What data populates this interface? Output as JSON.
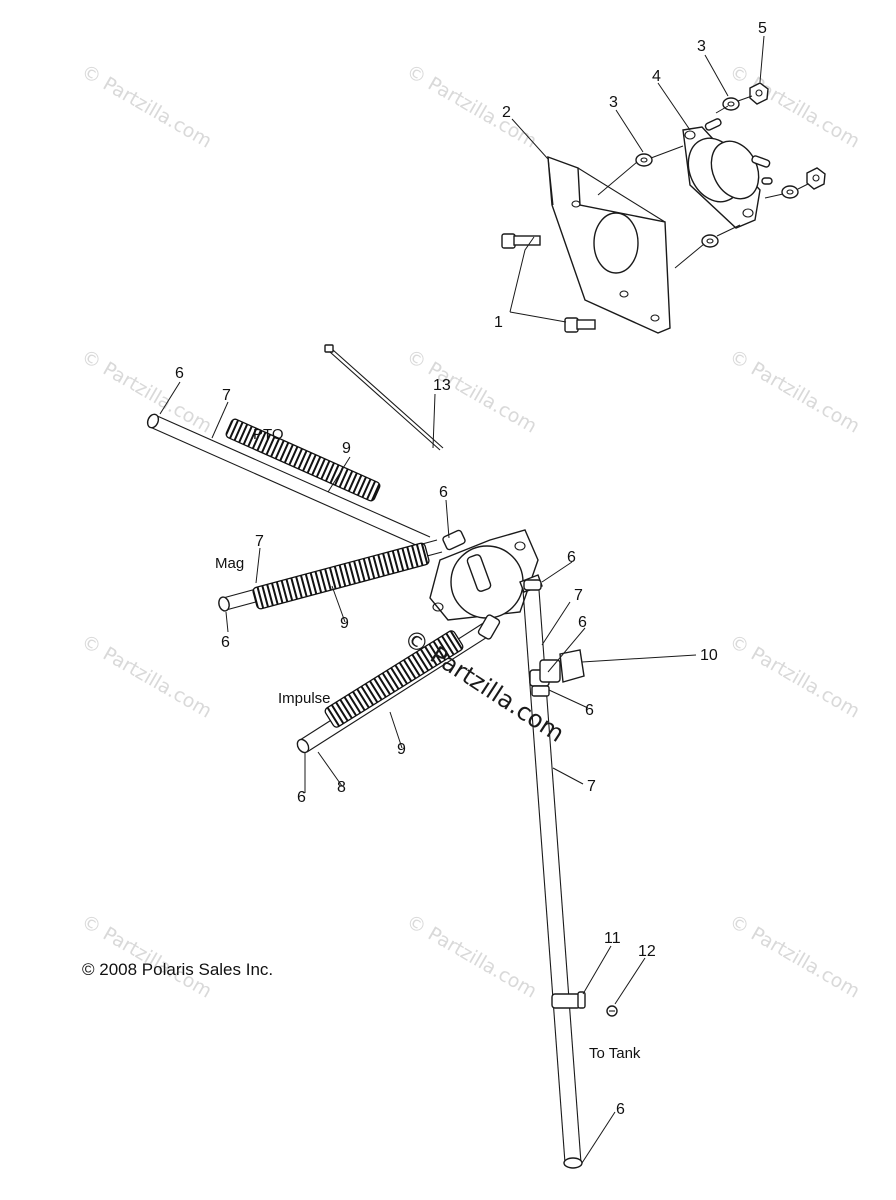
{
  "watermark": {
    "text": "© Partzilla.com",
    "center_text": "© Partzilla.com"
  },
  "copyright": "© 2008 Polaris Sales Inc.",
  "captions": {
    "pto": "PTO",
    "mag": "Mag",
    "impulse": "Impulse",
    "to_tank": "To Tank"
  },
  "callouts": {
    "c1": "1",
    "c2": "2",
    "c3a": "3",
    "c3b": "3",
    "c4": "4",
    "c5": "5",
    "c6_pto": "6",
    "c7_pto": "7",
    "c9_pto": "9",
    "c13": "13",
    "c6_top": "6",
    "c7_mag": "7",
    "c6_mag": "6",
    "c9_mag": "9",
    "c6_pump": "6",
    "c7_right": "7",
    "c6_right": "6",
    "c10": "10",
    "c6_valve": "6",
    "c9_imp": "9",
    "c6_imp": "6",
    "c8": "8",
    "c7_long": "7",
    "c11": "11",
    "c12": "12",
    "c6_tank": "6"
  }
}
